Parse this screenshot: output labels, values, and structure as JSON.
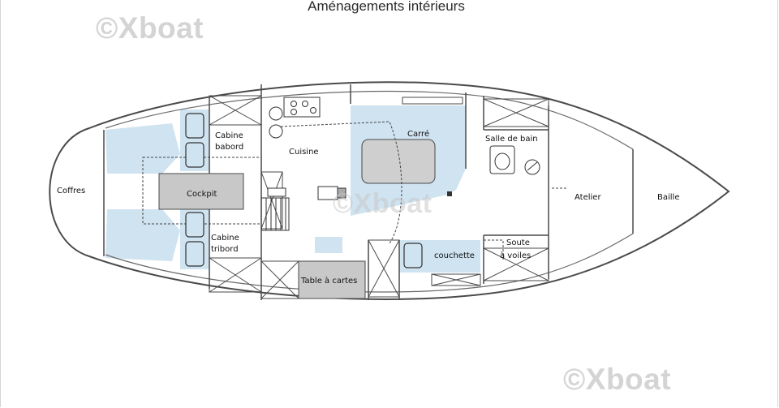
{
  "title": "Aménagements intérieurs",
  "watermark": "©Xboat",
  "labels": {
    "coffres": "Coffres",
    "cockpit": "Cockpit",
    "cabine_babord_1": "Cabine",
    "cabine_babord_2": "babord",
    "cabine_tribord_1": "Cabine",
    "cabine_tribord_2": "tribord",
    "cuisine": "Cuisine",
    "carre": "Carré",
    "table_a_cartes": "Table à cartes",
    "couchette": "couchette",
    "salle_de_bain": "Salle de bain",
    "soute_1": "Soute",
    "soute_2": "à voiles",
    "atelier": "Atelier",
    "baille": "Baille"
  },
  "colors": {
    "hull_stroke": "#4a4a4a",
    "light_blue": "#cfe3f1",
    "grey_block": "#c8c8c8",
    "watermark": "#d4d4d4"
  }
}
